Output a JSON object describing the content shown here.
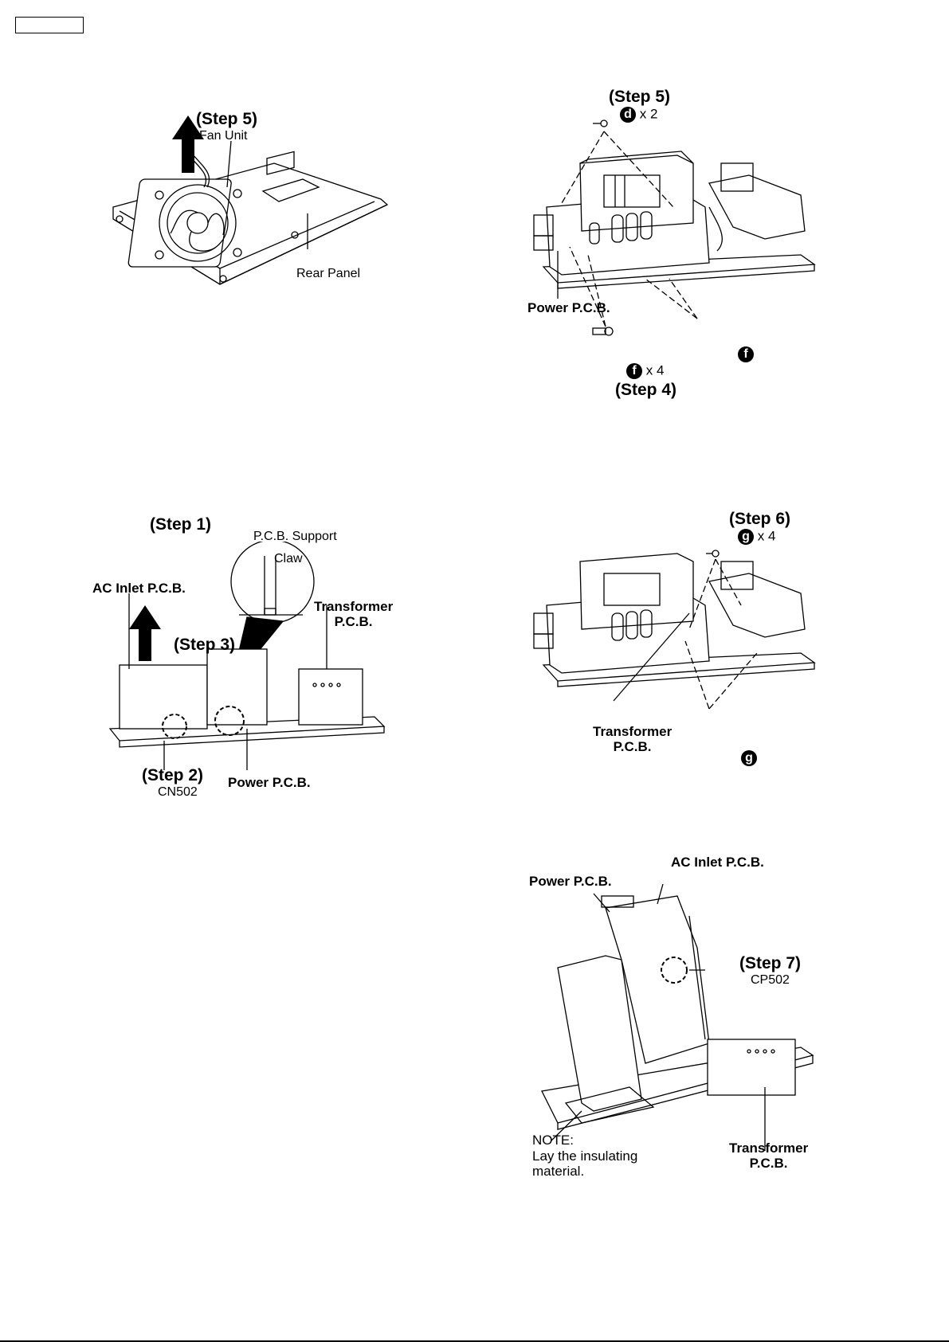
{
  "header": {
    "box_text": ""
  },
  "fig_fan": {
    "step": "(Step 5)",
    "fan_unit": "Fan Unit",
    "rear_panel": "Rear Panel"
  },
  "fig_power_screws": {
    "step_top": "(Step 5)",
    "screw_d_letter": "d",
    "screw_d_count": "x 2",
    "power_pcb": "Power P.C.B.",
    "screw_f_letter": "f",
    "screw_f_count": "x 4",
    "step_bottom": "(Step 4)"
  },
  "fig_ac_inlet": {
    "step1": "(Step 1)",
    "pcb_support": "P.C.B. Support",
    "claw": "Claw",
    "ac_inlet_pcb": "AC Inlet P.C.B.",
    "transformer_pcb_line1": "Transformer",
    "transformer_pcb_line2": "P.C.B.",
    "step3": "(Step 3)",
    "step2": "(Step 2)",
    "cn502": "CN502",
    "power_pcb": "Power P.C.B."
  },
  "fig_transformer_screws": {
    "step": "(Step 6)",
    "screw_g_letter": "g",
    "screw_g_count": "x 4",
    "transformer_pcb_line1": "Transformer",
    "transformer_pcb_line2": "P.C.B."
  },
  "fig_tilted": {
    "ac_inlet_pcb": "AC Inlet P.C.B.",
    "power_pcb": "Power P.C.B.",
    "step7": "(Step 7)",
    "cp502": "CP502",
    "note_line1": "NOTE:",
    "note_line2": "Lay the insulating",
    "note_line3": "material.",
    "transformer_pcb_line1": "Transformer",
    "transformer_pcb_line2": "P.C.B."
  }
}
